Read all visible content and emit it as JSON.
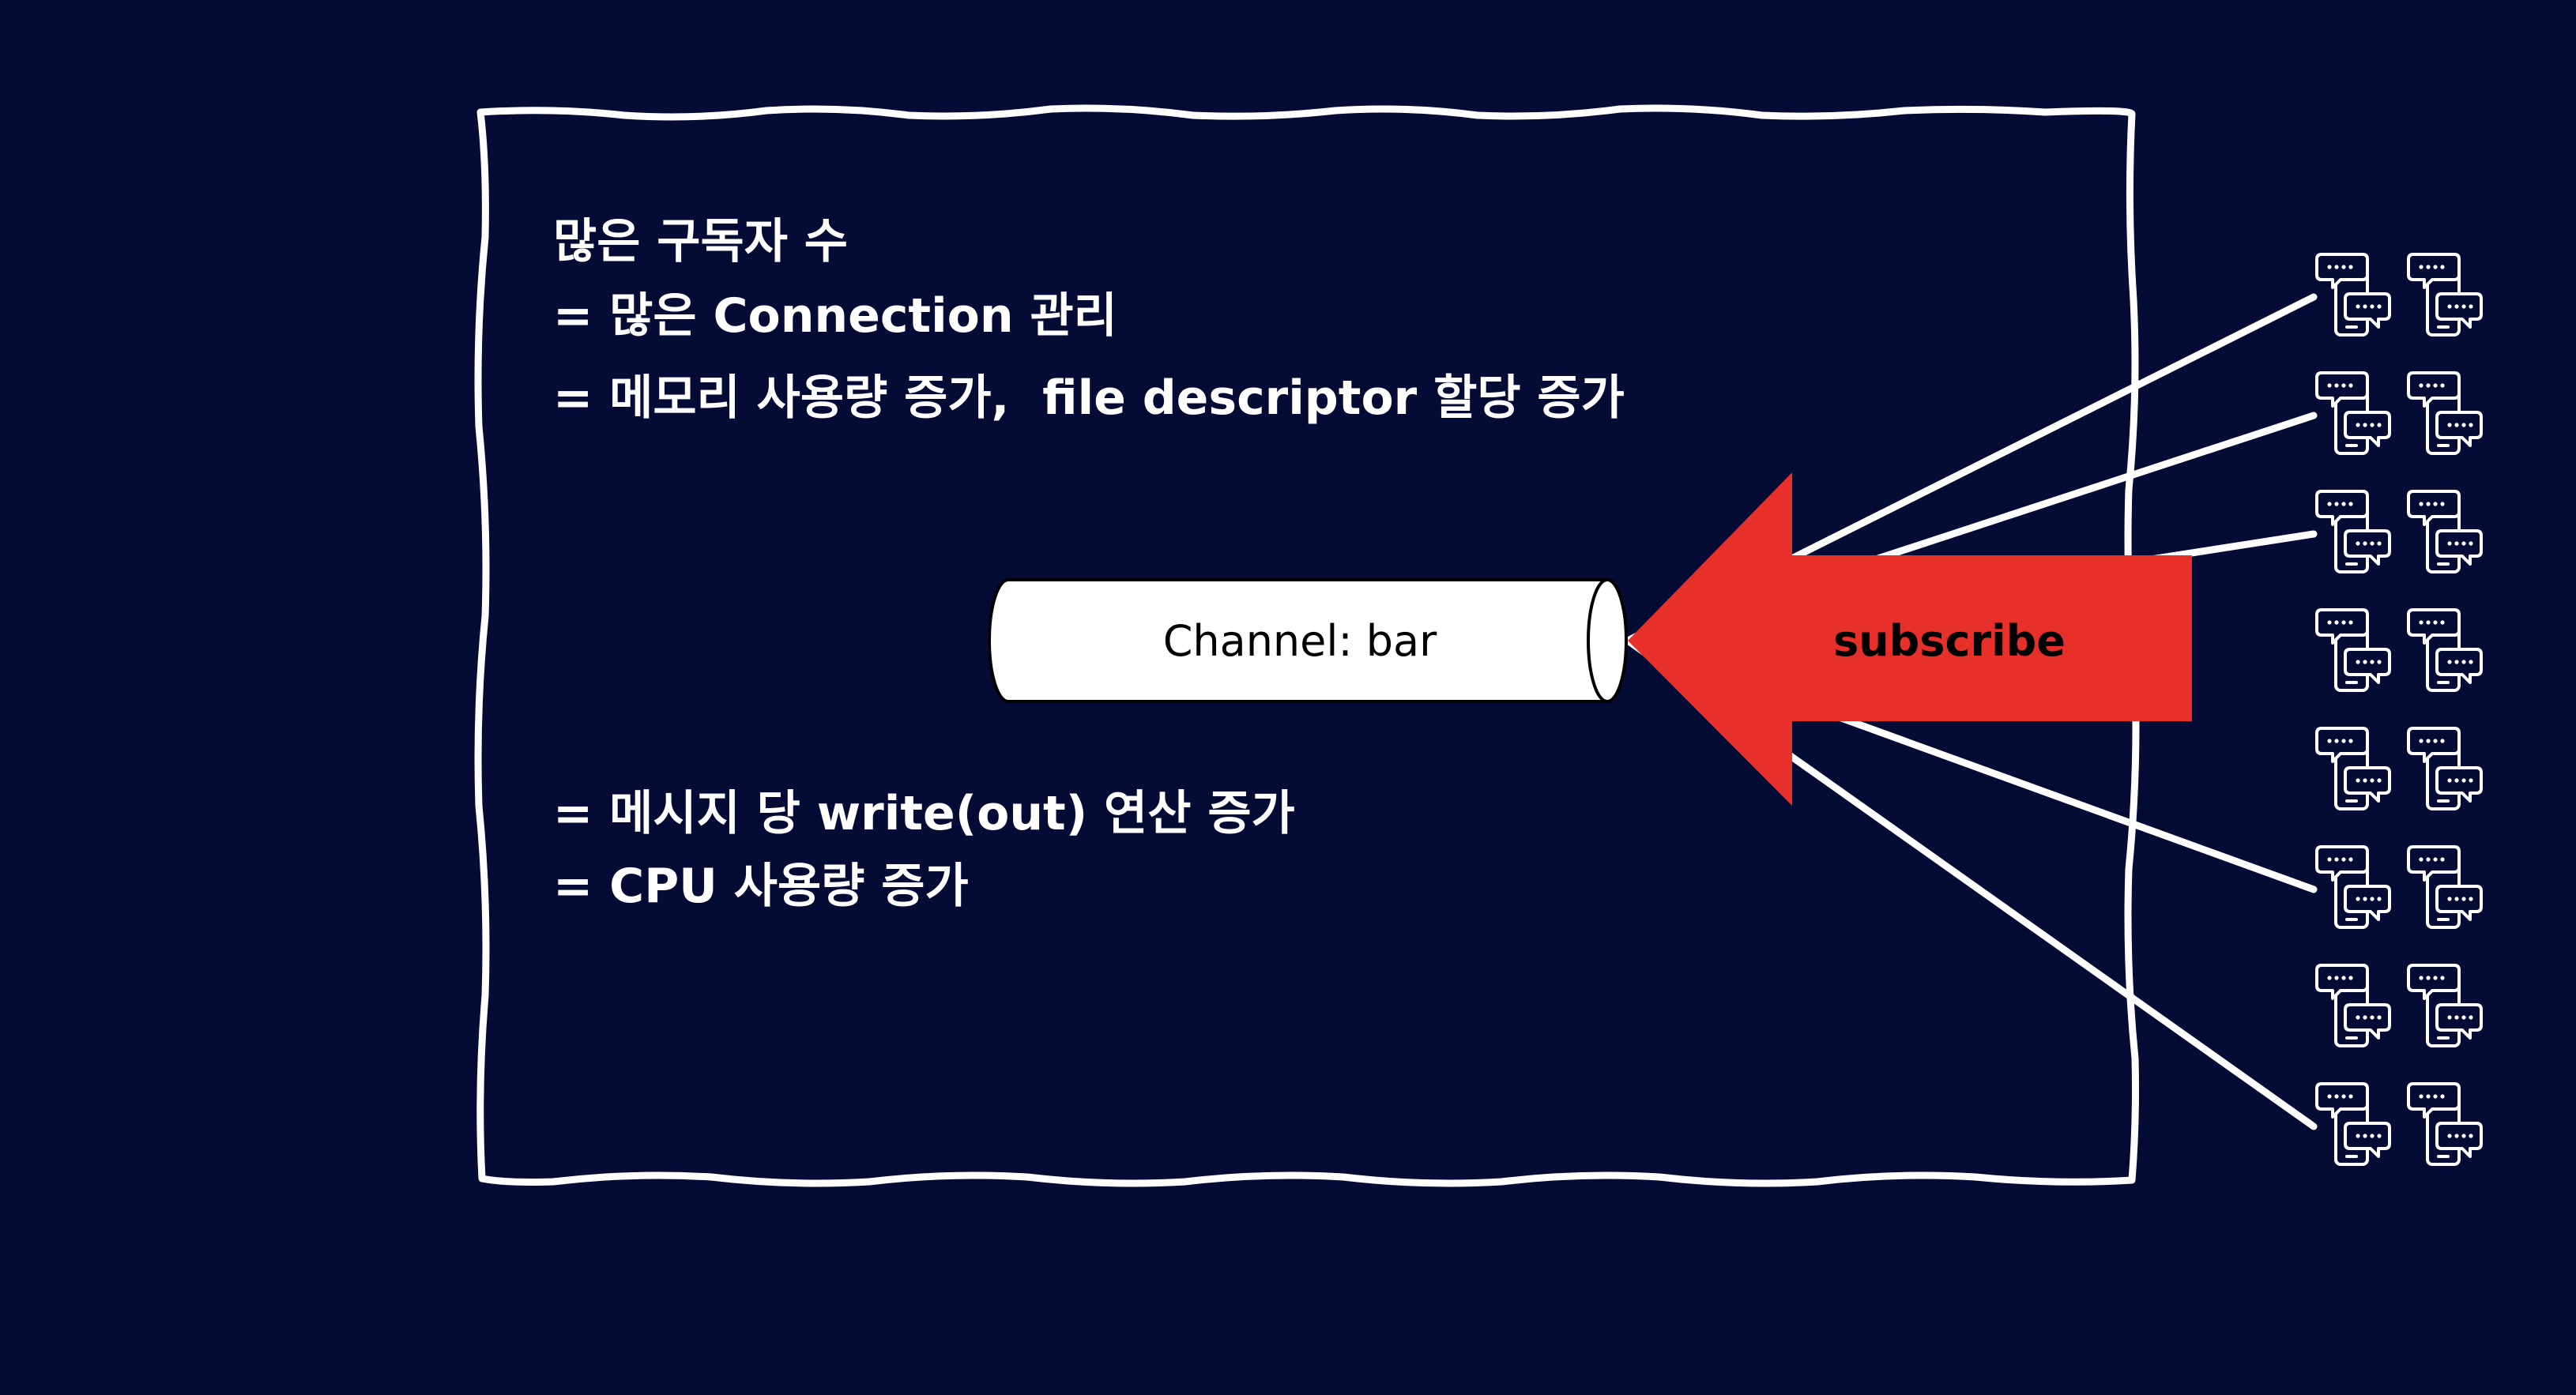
{
  "colors": {
    "background": "#040b35",
    "foreground": "#ffffff",
    "arrow": "#e8302a",
    "channel_fill": "#ffffff"
  },
  "notes_top": [
    "많은 구독자 수",
    "= 많은 Connection 관리",
    "= 메모리 사용량 증가,  file descriptor 할당 증가"
  ],
  "notes_bottom": [
    "= 메시지 당 write(out) 연산 증가",
    "= CPU 사용량 증가"
  ],
  "channel": {
    "label": "Channel: bar"
  },
  "arrow": {
    "label": "subscribe"
  },
  "subscribers": {
    "icon": "phone-chat-icon",
    "rows": 8,
    "columns": 2
  }
}
